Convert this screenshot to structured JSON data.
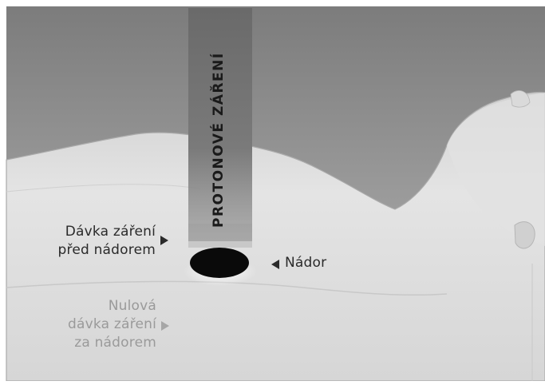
{
  "beam_label": "PROTONOVÉ ZÁŘENÍ",
  "labels": {
    "dose_before": [
      "Dávka záření",
      "před nádorem"
    ],
    "tumor": "Nádor",
    "zero_dose": [
      "Nulová",
      "dávka záření",
      "za nádorem"
    ]
  },
  "colors": {
    "beam": "#6e6e6e",
    "tumor": "#0a0a0a",
    "text_dark": "#2a2a2a",
    "text_light": "#9a9a9a",
    "background": "#8a8a8a",
    "body": "#dcdcdc"
  }
}
